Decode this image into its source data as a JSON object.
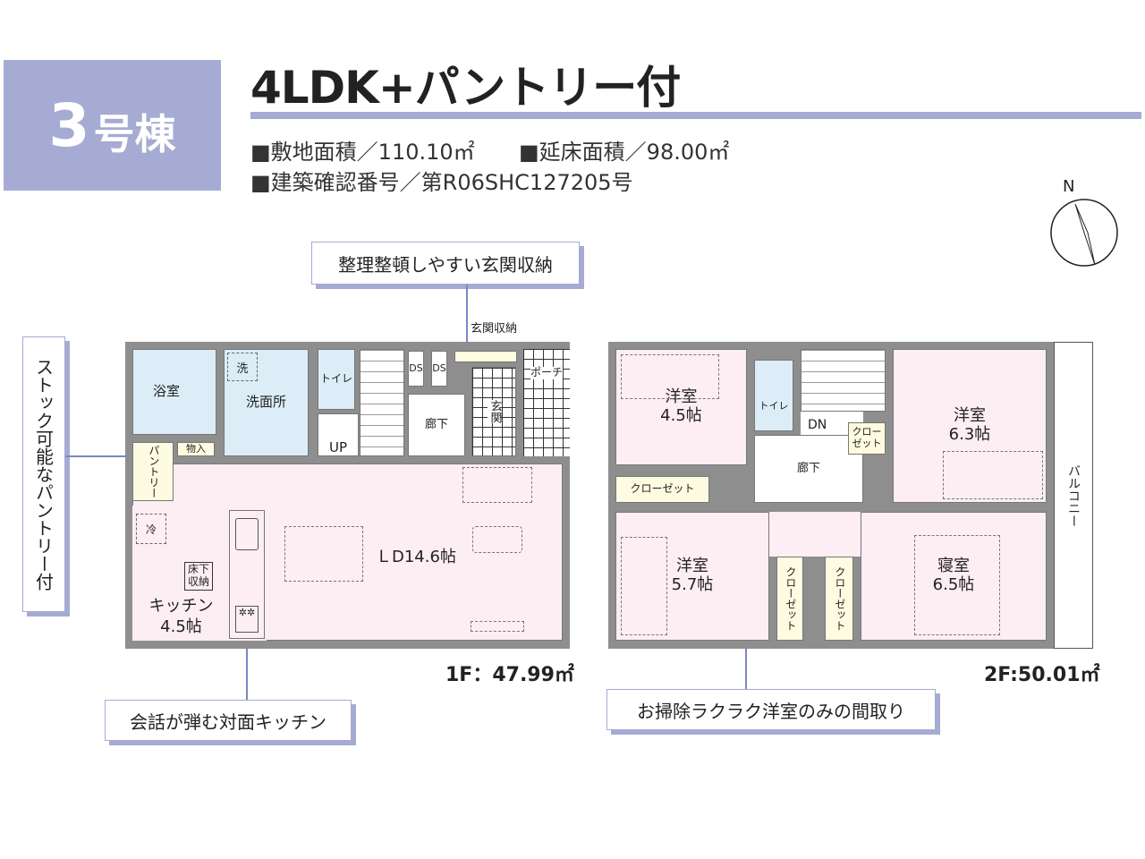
{
  "header": {
    "building_number": "3",
    "building_suffix": "号棟",
    "title": "4LDK+パントリー付",
    "site_area": "■敷地面積／110.10㎡",
    "floor_area": "■延床面積／98.00㎡",
    "permit": "■建築確認番号／第R06SHC127205号"
  },
  "compass": {
    "label": "N"
  },
  "callouts": {
    "entrance_storage": "整理整頓しやすい玄関収納",
    "pantry": "ストック可能なパントリー付",
    "kitchen": "会話が弾む対面キッチン",
    "western_rooms": "お掃除ラクラク洋室のみの間取り"
  },
  "floor1": {
    "area": "1F：47.99㎡",
    "rooms": {
      "bath": "浴室",
      "washroom": "洗面所",
      "washer": "洗",
      "toilet": "トイレ",
      "up": "UP",
      "ds1": "DS",
      "ds2": "DS",
      "hall": "廊下",
      "entrance": "玄関",
      "entrance_storage": "玄関収納",
      "porch": "ポーチ",
      "pantry": "パントリー",
      "storage": "物入",
      "fridge": "冷",
      "underfloor": "床下収納",
      "kitchen": "キッチン",
      "kitchen_size": "4.5帖",
      "ld": "ＬD14.6帖"
    }
  },
  "floor2": {
    "area": "2F:50.01㎡",
    "rooms": {
      "room1": "洋室",
      "room1_size": "4.5帖",
      "closet1": "クローゼット",
      "toilet": "トイレ",
      "dn": "DN",
      "hall": "廊下",
      "closet2": "クローゼット",
      "room2": "洋室",
      "room2_size": "6.3帖",
      "room3": "洋室",
      "room3_size": "5.7帖",
      "closet3": "クローゼット",
      "closet4": "クローゼット",
      "bedroom": "寝室",
      "bedroom_size": "6.5帖",
      "balcony": "バルコニー"
    }
  }
}
